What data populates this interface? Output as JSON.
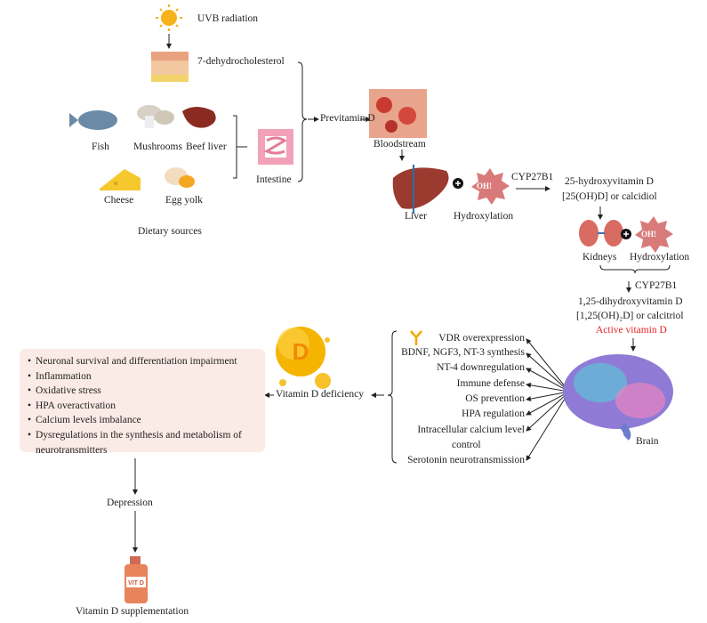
{
  "sources": {
    "uvb": "UVB radiation",
    "skin": "7-dehydrocholesterol",
    "fish": "Fish",
    "mushrooms": "Mushrooms",
    "beef_liver": "Beef liver",
    "cheese": "Cheese",
    "egg_yolk": "Egg yolk",
    "dietary": "Dietary sources",
    "intestine": "Intestine"
  },
  "pathway": {
    "previtamin": "Previtamin D",
    "bloodstream": "Bloodstream",
    "liver": "Liver",
    "hydroxylation1": "Hydroxylation",
    "enzyme1": "CYP27B1",
    "calcidiol_1": "25-hydroxyvitamin D",
    "calcidiol_2": "[25(OH)D] or calcidiol",
    "kidneys": "Kidneys",
    "hydroxylation2": "Hydroxylation",
    "enzyme2": "CYP27B1",
    "calcitriol_1": "1,25-dihydroxyvitamin D",
    "calcitriol_2": "[1,25(OH)₂D] or calcitriol",
    "active": "Active vitamin D",
    "oh_label": "OH!",
    "brain": "Brain"
  },
  "brain_functions": [
    "VDR overexpression",
    "BDNF, NGF3, NT-3 synthesis",
    "NT-4 downregulation",
    "Immune defense",
    "OS prevention",
    "HPA regulation",
    "Intracellular calcium level",
    "control",
    "Serotonin neurotransmission"
  ],
  "deficiency": {
    "label": "Vitamin D deficiency",
    "effects": [
      "Neuronal survival and differentiation impairment",
      "Inflammation",
      "Oxidative stress",
      "HPA overactivation",
      "Calcium levels imbalance",
      "Dysregulations in the synthesis and metabolism of neurotransmitters"
    ],
    "depression": "Depression",
    "supplementation": "Vitamin D supplementation",
    "bottle_label": "VIT D",
    "ball_letter": "D"
  },
  "colors": {
    "active": "#e8262a",
    "box": "#fbebe6",
    "vitamin_ball": "#f4b400"
  }
}
